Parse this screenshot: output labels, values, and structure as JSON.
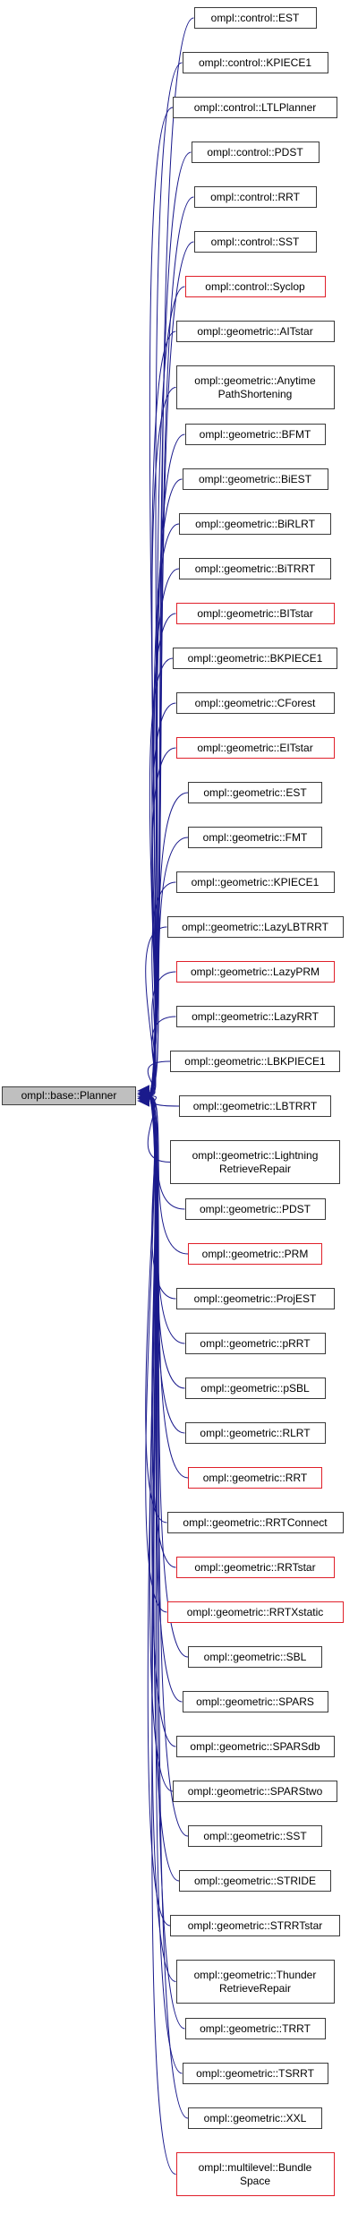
{
  "colors": {
    "edge": "#1a1a8c",
    "normal_border": "#3a3a3a",
    "undocumented_border": "#e0202a",
    "root_fill": "#bfbfbf"
  },
  "root": {
    "label": "ompl::base::Planner"
  },
  "nodes": [
    {
      "label": "ompl::control::EST",
      "red": false
    },
    {
      "label": "ompl::control::KPIECE1",
      "red": false
    },
    {
      "label": "ompl::control::LTLPlanner",
      "red": false
    },
    {
      "label": "ompl::control::PDST",
      "red": false
    },
    {
      "label": "ompl::control::RRT",
      "red": false
    },
    {
      "label": "ompl::control::SST",
      "red": false
    },
    {
      "label": "ompl::control::Syclop",
      "red": true
    },
    {
      "label": "ompl::geometric::AITstar",
      "red": false
    },
    {
      "label": "ompl::geometric::Anytime\nPathShortening",
      "red": false
    },
    {
      "label": "ompl::geometric::BFMT",
      "red": false
    },
    {
      "label": "ompl::geometric::BiEST",
      "red": false
    },
    {
      "label": "ompl::geometric::BiRLRT",
      "red": false
    },
    {
      "label": "ompl::geometric::BiTRRT",
      "red": false
    },
    {
      "label": "ompl::geometric::BITstar",
      "red": true
    },
    {
      "label": "ompl::geometric::BKPIECE1",
      "red": false
    },
    {
      "label": "ompl::geometric::CForest",
      "red": false
    },
    {
      "label": "ompl::geometric::EITstar",
      "red": true
    },
    {
      "label": "ompl::geometric::EST",
      "red": false
    },
    {
      "label": "ompl::geometric::FMT",
      "red": false
    },
    {
      "label": "ompl::geometric::KPIECE1",
      "red": false
    },
    {
      "label": "ompl::geometric::LazyLBTRRT",
      "red": false
    },
    {
      "label": "ompl::geometric::LazyPRM",
      "red": true
    },
    {
      "label": "ompl::geometric::LazyRRT",
      "red": false
    },
    {
      "label": "ompl::geometric::LBKPIECE1",
      "red": false
    },
    {
      "label": "ompl::geometric::LBTRRT",
      "red": false
    },
    {
      "label": "ompl::geometric::Lightning\nRetrieveRepair",
      "red": false
    },
    {
      "label": "ompl::geometric::PDST",
      "red": false
    },
    {
      "label": "ompl::geometric::PRM",
      "red": true
    },
    {
      "label": "ompl::geometric::ProjEST",
      "red": false
    },
    {
      "label": "ompl::geometric::pRRT",
      "red": false
    },
    {
      "label": "ompl::geometric::pSBL",
      "red": false
    },
    {
      "label": "ompl::geometric::RLRT",
      "red": false
    },
    {
      "label": "ompl::geometric::RRT",
      "red": true
    },
    {
      "label": "ompl::geometric::RRTConnect",
      "red": false
    },
    {
      "label": "ompl::geometric::RRTstar",
      "red": true
    },
    {
      "label": "ompl::geometric::RRTXstatic",
      "red": true
    },
    {
      "label": "ompl::geometric::SBL",
      "red": false
    },
    {
      "label": "ompl::geometric::SPARS",
      "red": false
    },
    {
      "label": "ompl::geometric::SPARSdb",
      "red": false
    },
    {
      "label": "ompl::geometric::SPARStwo",
      "red": false
    },
    {
      "label": "ompl::geometric::SST",
      "red": false
    },
    {
      "label": "ompl::geometric::STRIDE",
      "red": false
    },
    {
      "label": "ompl::geometric::STRRTstar",
      "red": false
    },
    {
      "label": "ompl::geometric::Thunder\nRetrieveRepair",
      "red": false
    },
    {
      "label": "ompl::geometric::TRRT",
      "red": false
    },
    {
      "label": "ompl::geometric::TSRRT",
      "red": false
    },
    {
      "label": "ompl::geometric::XXL",
      "red": false
    },
    {
      "label": "ompl::multilevel::Bundle\nSpace",
      "red": true
    }
  ]
}
